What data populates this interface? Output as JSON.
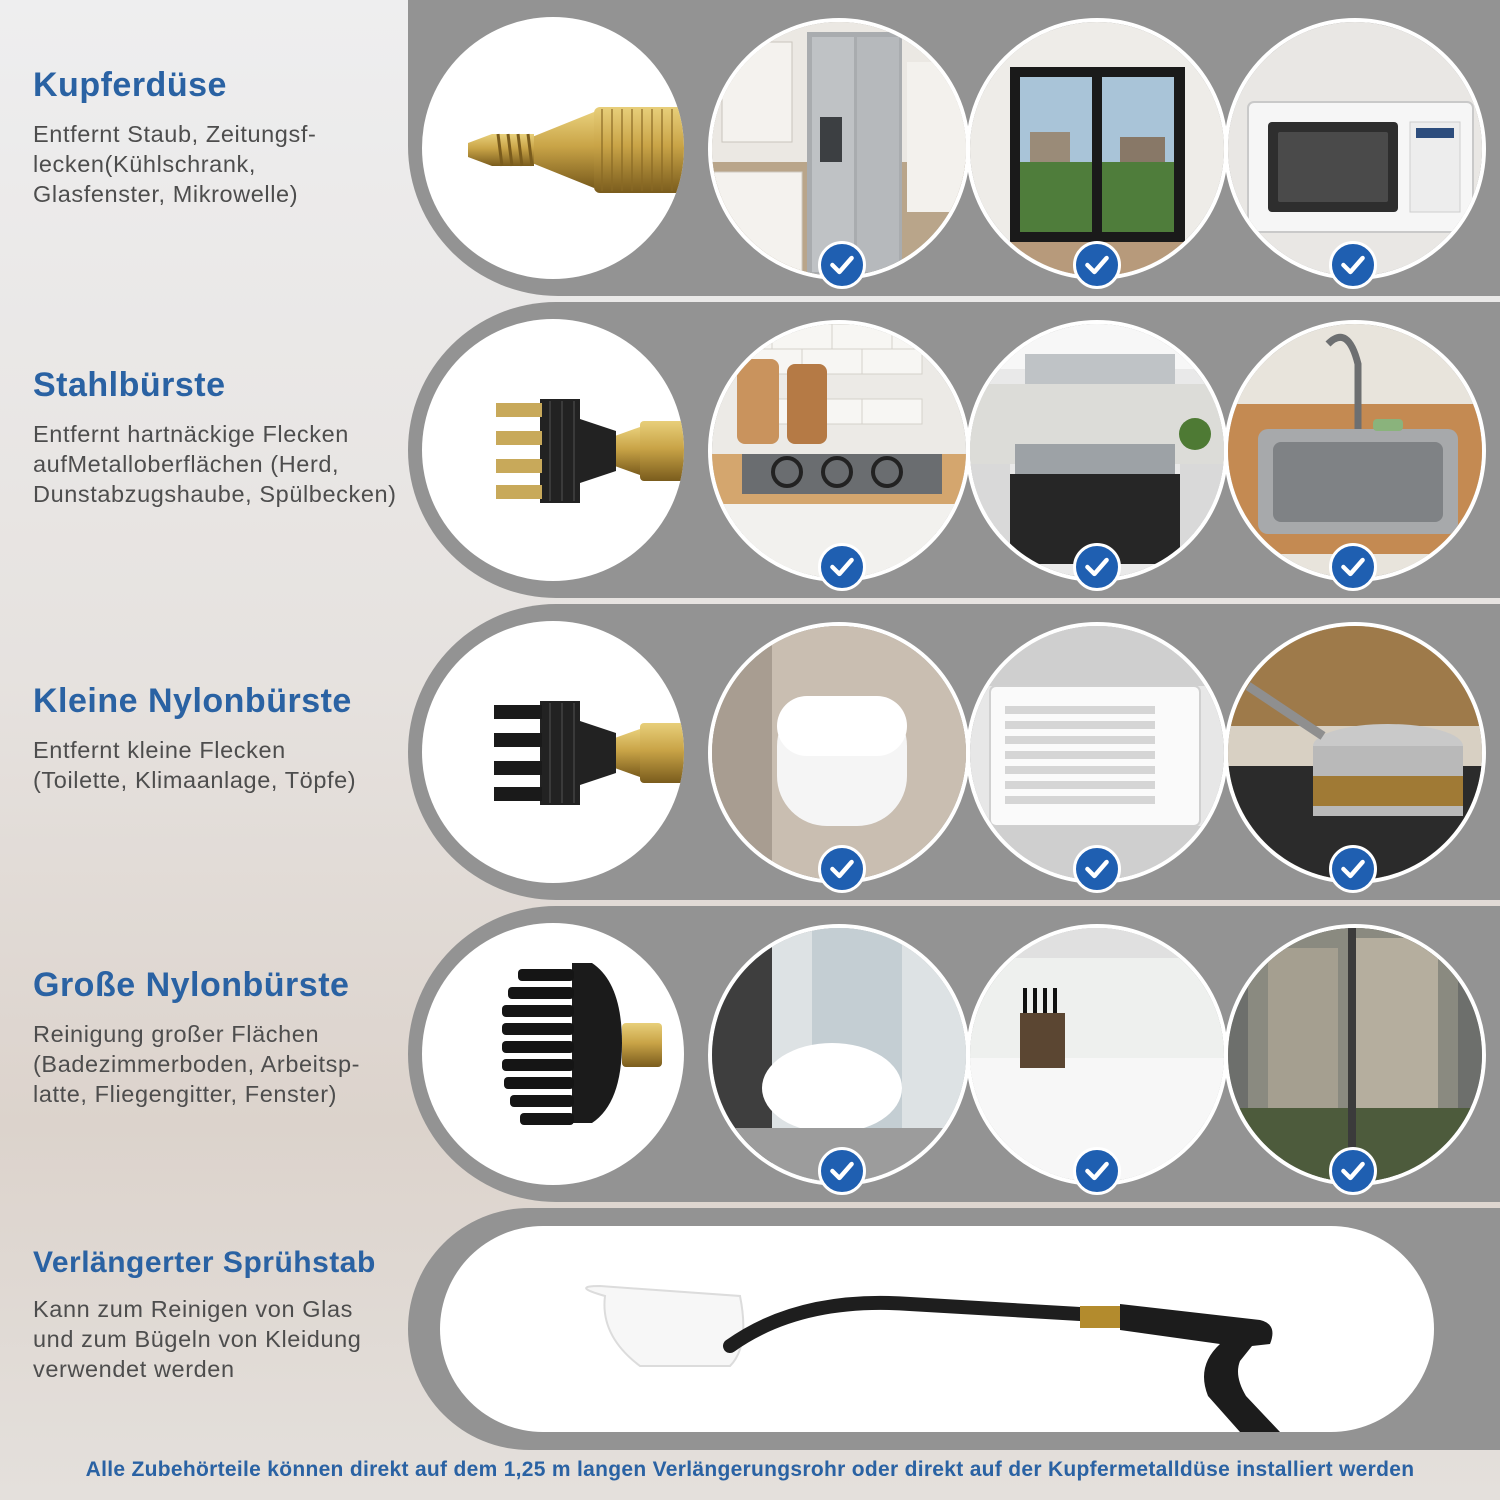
{
  "colors": {
    "title_blue": "#2a62a3",
    "desc_gray": "#4d4d4d",
    "band_gray": "#939393",
    "check_blue": "#1f5fb1"
  },
  "rows": [
    {
      "title": "Kupferdüse",
      "desc": "Entfernt Staub, Zeitungsf-\nlecken(Kühlschrank,\nGlasfenster, Mikrowelle)",
      "tool_icon": "copper-nozzle-icon",
      "photos": [
        "fridge-photo",
        "glass-window-photo",
        "microwave-photo"
      ]
    },
    {
      "title": "Stahlbürste",
      "desc": "Entfernt hartnäckige Flecken\naufMetalloberflächen (Herd,\nDunstabzugshaube, Spülbecken)",
      "tool_icon": "steel-brush-icon",
      "photos": [
        "gas-stove-photo",
        "range-hood-photo",
        "sink-photo"
      ]
    },
    {
      "title": "Kleine Nylonbürste",
      "desc": "Entfernt kleine Flecken\n(Toilette, Klimaanlage, Töpfe)",
      "tool_icon": "small-nylon-brush-icon",
      "photos": [
        "toilet-photo",
        "air-conditioner-photo",
        "pot-photo"
      ]
    },
    {
      "title": "Große Nylonbürste",
      "desc": "Reinigung großer Flächen\n(Badezimmerboden, Arbeitsp-\nlatte, Fliegengitter, Fenster)",
      "tool_icon": "large-nylon-brush-icon",
      "photos": [
        "bathroom-photo",
        "countertop-photo",
        "window-screen-photo"
      ]
    }
  ],
  "wand": {
    "title": "Verlängerter Sprühstab",
    "desc": "Kann zum Reinigen von Glas\nund zum Bügeln von Kleidung\nverwendet werden",
    "icon": "extension-wand-icon"
  },
  "footer": "Alle Zubehörteile können direkt auf dem 1,25 m langen Verlängerungsrohr oder direkt auf der Kupfermetalldüse installiert werden"
}
